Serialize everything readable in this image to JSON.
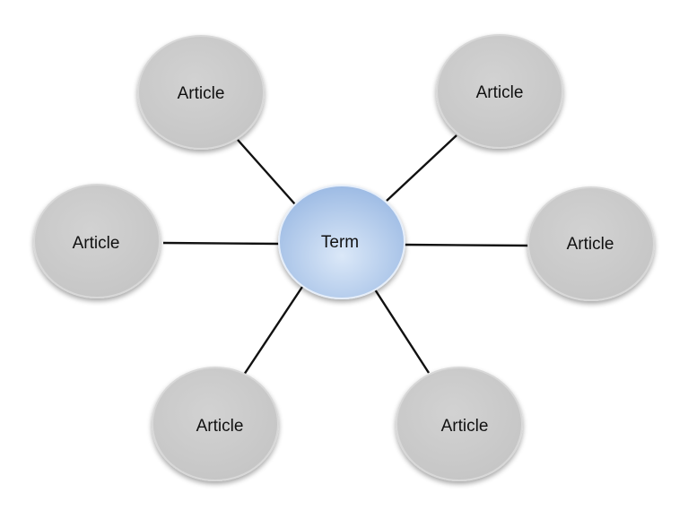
{
  "diagram": {
    "center": {
      "label": "Term",
      "fill_light": "#dbe8f8",
      "fill_dark": "#9dbbe4"
    },
    "satellites": [
      {
        "label": "Article"
      },
      {
        "label": "Article"
      },
      {
        "label": "Article"
      },
      {
        "label": "Article"
      },
      {
        "label": "Article"
      },
      {
        "label": "Article"
      }
    ],
    "colors": {
      "satellite_fill": "#c4c4c4",
      "satellite_highlight": "#d2d2d2",
      "connector": "#111111"
    }
  }
}
